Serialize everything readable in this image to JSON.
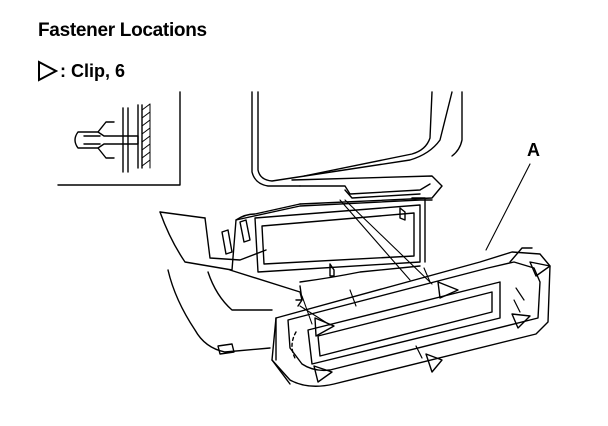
{
  "title": "Fastener Locations",
  "legend": {
    "symbol_icon": "triangle-outline-icon",
    "text": ": Clip, 6"
  },
  "callouts": {
    "a": "A"
  },
  "colors": {
    "ink": "#000000",
    "background": "#ffffff"
  }
}
